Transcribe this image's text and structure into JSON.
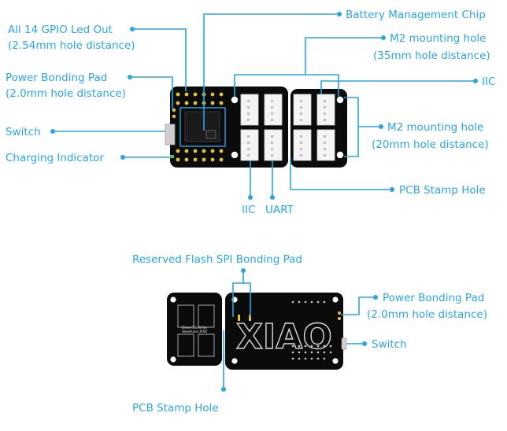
{
  "labels": {
    "gpio_line1": "All 14 GPIO Led Out",
    "gpio_line2": "(2.54mm hole distance)",
    "battery_chip": "Battery Management Chip",
    "power_pad_line1": "Power Bonding Pad",
    "power_pad_line2": "(2.0mm hole distance)",
    "m2_35_line1": "M2 mounting hole",
    "m2_35_line2": "(35mm hole distance)",
    "iic_right": "IIC",
    "switch": "Switch",
    "m2_20_line1": "M2 mounting hole",
    "m2_20_line2": "(20mm hole distance)",
    "charging": "Charging Indicator",
    "pcb_stamp": "PCB Stamp Hole",
    "iic_bottom": "IIC",
    "uart_bottom": "UART",
    "flash_spi": "Reserved Flash SPI Bonding Pad",
    "power_pad2_line1": "Power Bonding Pad",
    "power_pad2_line2": "(2.0mm hole distance)",
    "switch2": "Switch",
    "pcb_stamp2": "PCB Stamp Hole"
  },
  "colors": {
    "annotation": "#2aa5e0",
    "board": "#0b0b0b",
    "gold_pad": "#e6c23a"
  },
  "back_board": {
    "logo": "XIAO",
    "silk_line1": "Grove Shield for",
    "silk_line2": "Seeeduino XIAO"
  }
}
